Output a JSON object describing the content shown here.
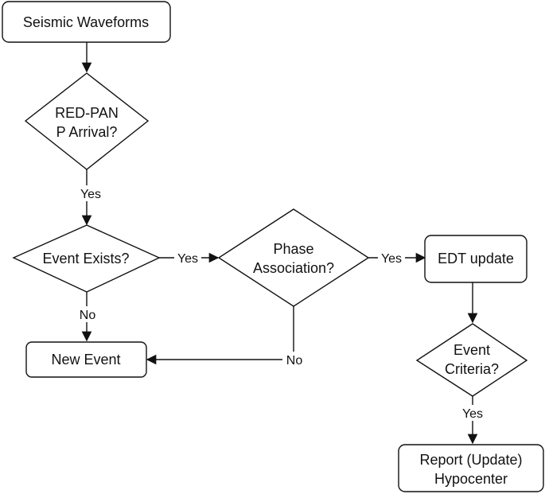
{
  "nodes": {
    "seismic_waveforms": {
      "kind": "box",
      "lines": [
        "Seismic Waveforms"
      ]
    },
    "redpan_p_arrival": {
      "kind": "decision",
      "lines": [
        "RED-PAN",
        "P Arrival?"
      ]
    },
    "event_exists": {
      "kind": "decision",
      "lines": [
        "Event Exists?"
      ]
    },
    "phase_association": {
      "kind": "decision",
      "lines": [
        "Phase",
        "Association?"
      ]
    },
    "edt_update": {
      "kind": "box",
      "lines": [
        "EDT update"
      ]
    },
    "new_event": {
      "kind": "box",
      "lines": [
        "New Event"
      ]
    },
    "event_criteria": {
      "kind": "decision",
      "lines": [
        "Event",
        "Criteria?"
      ]
    },
    "report_hypocenter": {
      "kind": "box",
      "lines": [
        "Report (Update)",
        "Hypocenter"
      ]
    }
  },
  "edges": {
    "waveforms_to_redpan": {
      "from": "seismic_waveforms",
      "to": "redpan_p_arrival",
      "label": ""
    },
    "redpan_yes": {
      "from": "redpan_p_arrival",
      "to": "event_exists",
      "label": "Yes"
    },
    "exists_yes": {
      "from": "event_exists",
      "to": "phase_association",
      "label": "Yes"
    },
    "exists_no": {
      "from": "event_exists",
      "to": "new_event",
      "label": "No"
    },
    "phase_yes": {
      "from": "phase_association",
      "to": "edt_update",
      "label": "Yes"
    },
    "phase_no": {
      "from": "phase_association",
      "to": "new_event",
      "label": "No"
    },
    "edt_to_criteria": {
      "from": "edt_update",
      "to": "event_criteria",
      "label": ""
    },
    "criteria_yes": {
      "from": "event_criteria",
      "to": "report_hypocenter",
      "label": "Yes"
    }
  },
  "colors": {
    "stroke": "#111111",
    "fill": "#ffffff",
    "text": "#111111"
  }
}
